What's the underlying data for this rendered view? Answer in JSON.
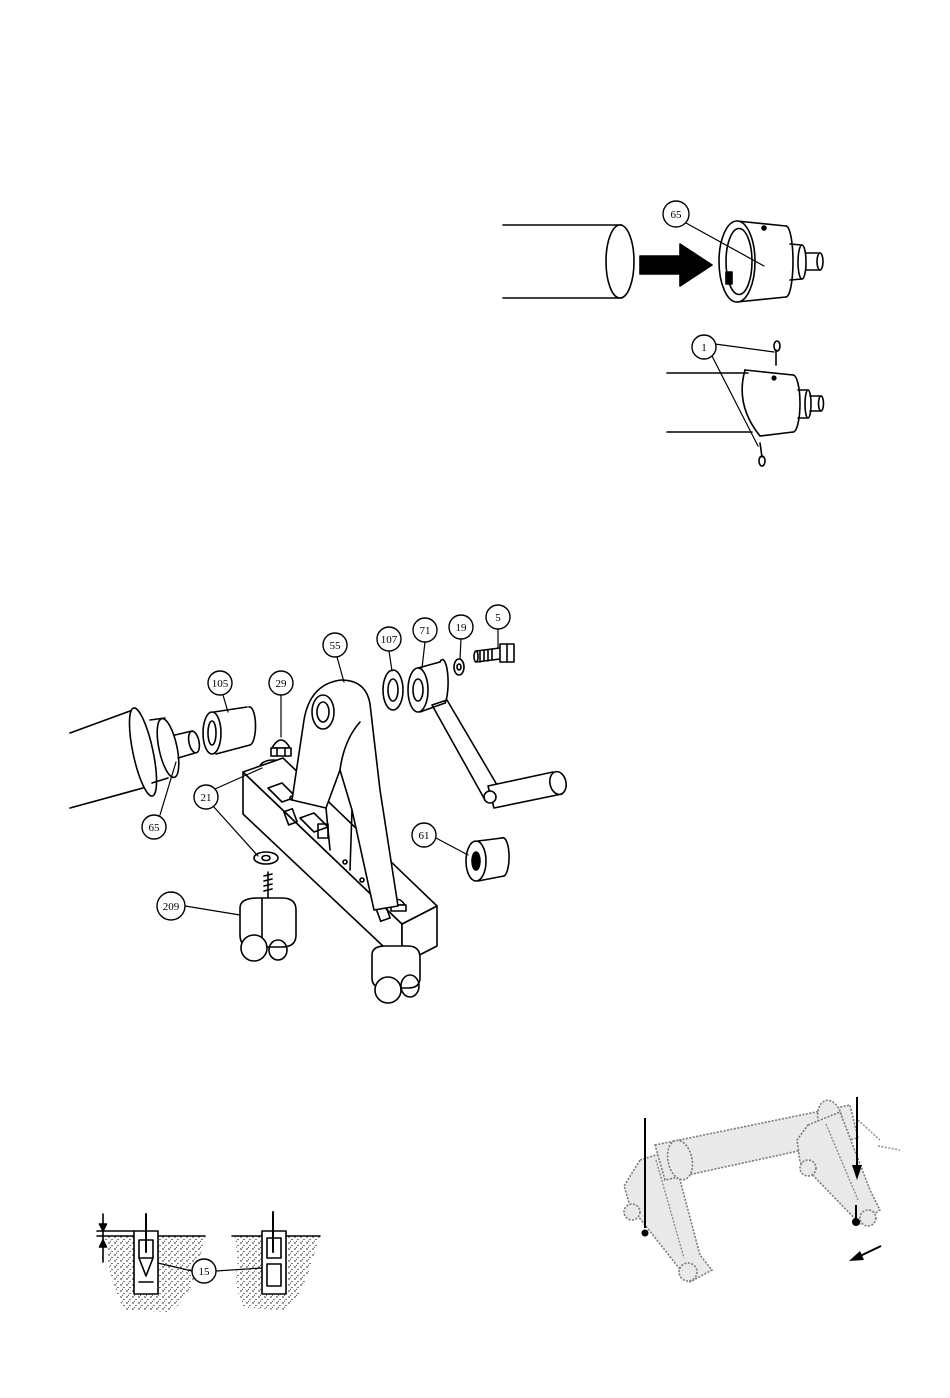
{
  "callouts": {
    "cap_top": "65",
    "cotter_pins": "1",
    "frame": "55",
    "washer_large": "107",
    "crank": "71",
    "washer_small": "19",
    "bolt": "5",
    "bushing": "105",
    "cap_nut": "29",
    "washers": "21",
    "end_cap": "65",
    "roller": "61",
    "caster": "209",
    "anchor": "15"
  },
  "colors": {
    "line": "#000000",
    "photo_grey": "#7a7a7a"
  }
}
